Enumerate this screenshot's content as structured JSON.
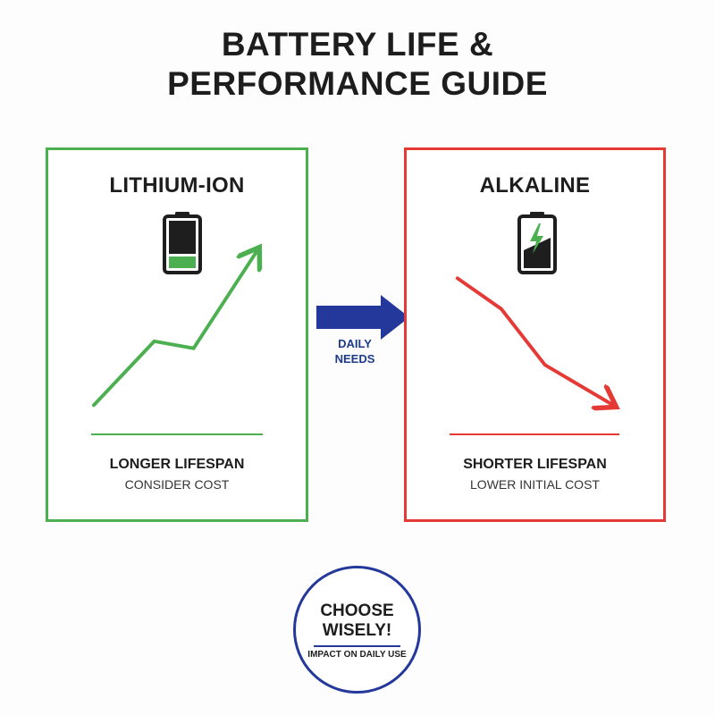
{
  "title": {
    "line1": "BATTERY LIFE &",
    "line2": "PERFORMANCE GUIDE"
  },
  "left_panel": {
    "title": "LITHIUM-ION",
    "label": "LONGER LIFESPAN",
    "sublabel": "CONSIDER COST",
    "color": "#4caf50",
    "icon": "battery-low-icon",
    "trend": "up"
  },
  "right_panel": {
    "title": "ALKALINE",
    "label": "SHORTER LIFESPAN",
    "sublabel": "LOWER INITIAL COST",
    "color": "#e53935",
    "icon": "battery-charging-icon",
    "trend": "down"
  },
  "connector": {
    "line1": "DAILY",
    "line2": "NEEDS",
    "color": "#23389a",
    "icon": "right-arrow-icon"
  },
  "badge": {
    "line1": "CHOOSE",
    "line2": "WISELY!",
    "sub": "IMPACT ON DAILY USE",
    "color": "#23389a"
  }
}
